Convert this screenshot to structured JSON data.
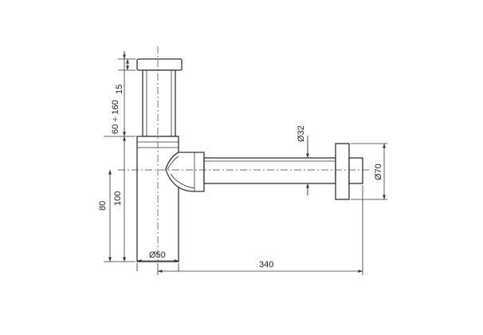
{
  "drawing": {
    "type": "bottle-trap-dimension-drawing",
    "colors": {
      "line": "#333333",
      "background": "#ffffff"
    },
    "dimensions": {
      "adjust_range": "60 ÷ 160",
      "cap_height": "15",
      "total_height": "100",
      "outlet_height": "80",
      "pipe_diameter": "Ø32",
      "rosette_diameter": "Ø70",
      "body_diameter": "Ø50",
      "outlet_length": "340"
    }
  }
}
